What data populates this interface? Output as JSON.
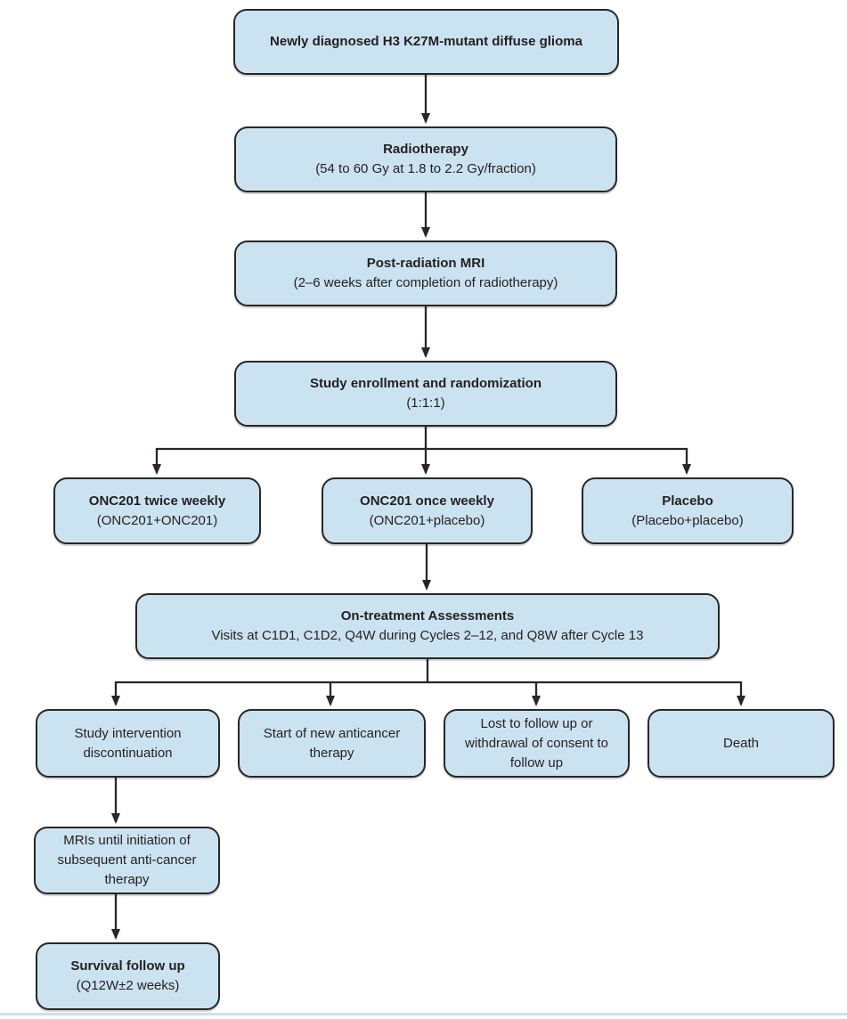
{
  "colors": {
    "box_fill": "#cbe3f1",
    "box_border": "#2a2627",
    "arrow": "#2a2627",
    "text": "#231f20",
    "bottom_rule": "#cfdfe9",
    "background": "#ffffff"
  },
  "flowchart": {
    "newly_diagnosed": {
      "title": "Newly diagnosed H3 K27M-mutant diffuse glioma"
    },
    "radiotherapy": {
      "title": "Radiotherapy",
      "subtitle": "(54 to 60 Gy at 1.8 to 2.2 Gy/fraction)"
    },
    "post_radiation_mri": {
      "title": "Post-radiation MRI",
      "subtitle": "(2–6 weeks after completion of radiotherapy)"
    },
    "enrollment": {
      "title": "Study enrollment and randomization",
      "subtitle": "(1:1:1)"
    },
    "onc201_twice_weekly": {
      "title": "ONC201 twice weekly",
      "subtitle": "(ONC201+ONC201)"
    },
    "onc201_once_weekly": {
      "title": "ONC201 once weekly",
      "subtitle": "(ONC201+placebo)"
    },
    "placebo": {
      "title": "Placebo",
      "subtitle": "(Placebo+placebo)"
    },
    "on_treatment_assessments": {
      "title": "On-treatment Assessments",
      "subtitle": "Visits at C1D1, C1D2, Q4W during Cycles 2–12, and Q8W after Cycle 13"
    },
    "intervention_discontinuation": {
      "title": "Study intervention discontinuation"
    },
    "new_anticancer_therapy": {
      "title": "Start of new anticancer therapy"
    },
    "lost_to_followup": {
      "title": "Lost to follow up or withdrawal of consent to follow up"
    },
    "death": {
      "title": "Death"
    },
    "mris_until_initiation": {
      "title": "MRIs until initiation of subsequent anti-cancer therapy"
    },
    "survival_followup": {
      "title": "Survival follow up",
      "subtitle": "(Q12W±2 weeks)"
    }
  }
}
